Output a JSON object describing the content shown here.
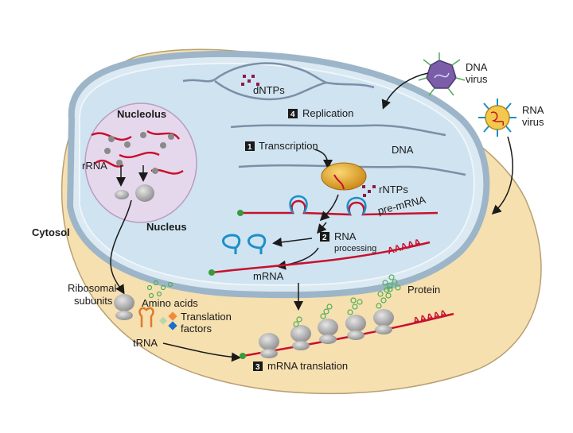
{
  "labels": {
    "dntps": "dNTPs",
    "replication": "Replication",
    "step4": "4",
    "nucleolus": "Nucleolus",
    "rrna": "rRNA",
    "transcription": "Transcription",
    "step1": "1",
    "dna": "DNA",
    "rntps": "rNTPs",
    "pre_mrna": "pre-mRNA",
    "cytosol": "Cytosol",
    "nucleus": "Nucleus",
    "step2": "2",
    "rna": "RNA",
    "processing": "processing",
    "polya_nucleus": "AAAAA",
    "mrna": "mRNA",
    "ribosomal": "Ribosomal",
    "subunits": "subunits",
    "amino_acids": "Amino acids",
    "translation": "Translation",
    "factors": "factors",
    "trna": "tRNA",
    "step3": "3",
    "mrna_translation": "mRNA translation",
    "protein": "Protein",
    "polya_cytosol": "AAAAA",
    "dna_virus_1": "DNA",
    "dna_virus_2": "virus",
    "rna_virus_1": "RNA",
    "rna_virus_2": "virus"
  },
  "colors": {
    "cytosol": "#f6e0b0",
    "nucleus": "#cfe3f0",
    "nucleolus": "#e6d8ec",
    "rna": "#c8102e",
    "dna": "#7a8fa8",
    "ribosome": "#a9aaac",
    "polymerase": "#e5a51a",
    "protein": "#7bc67e",
    "nucleotide": "#8b1a4a",
    "badge": "#1a1a1a"
  }
}
